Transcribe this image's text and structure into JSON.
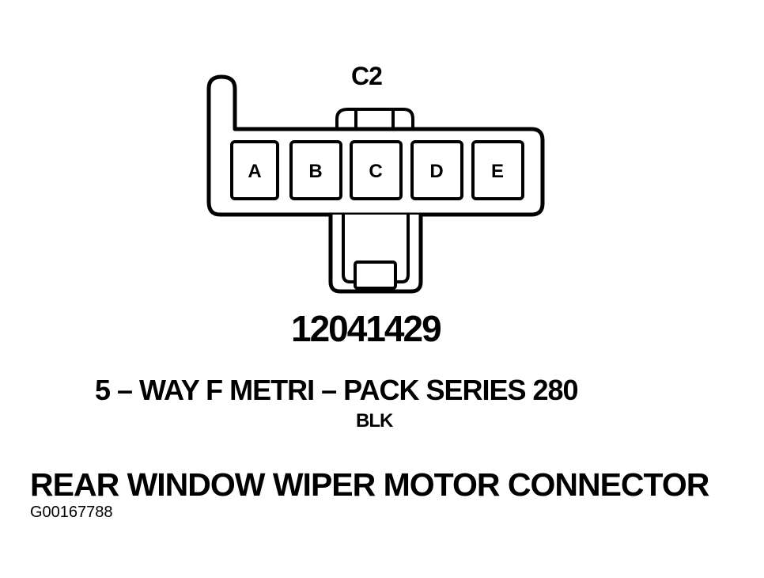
{
  "connector": {
    "id": "C2",
    "part_number": "12041429",
    "type": "5 – WAY F METRI – PACK SERIES 280",
    "color": "BLK",
    "title": "REAR WINDOW WIPER MOTOR CONNECTOR",
    "figure_id": "G00167788",
    "pins": [
      {
        "label": "A"
      },
      {
        "label": "B"
      },
      {
        "label": "C"
      },
      {
        "label": "D"
      },
      {
        "label": "E"
      }
    ]
  },
  "colors": {
    "line": "#000000",
    "background": "#ffffff"
  }
}
